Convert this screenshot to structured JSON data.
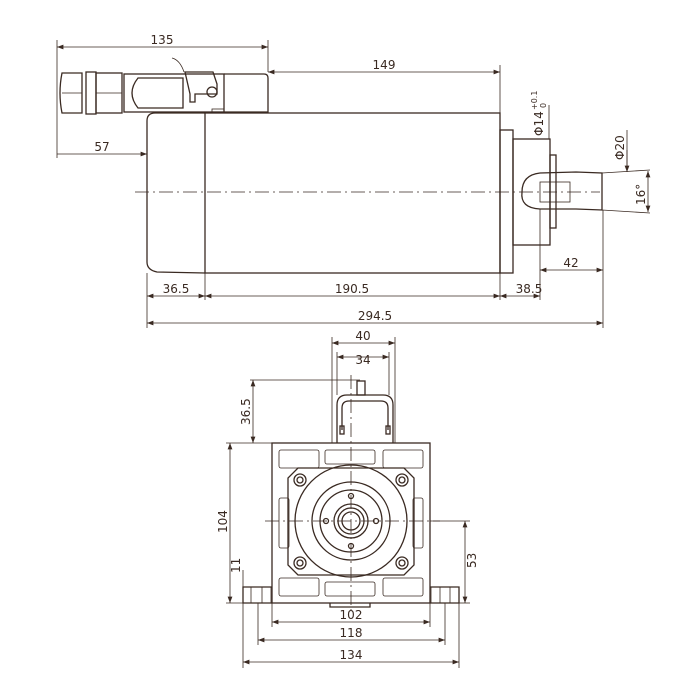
{
  "title": "Spindle motor dimension drawing",
  "side_view": {
    "dims": {
      "overall_connector": "135",
      "connector_to_front": "149",
      "connector_offset": "57",
      "rear_cap": "36.5",
      "body": "190.5",
      "nose": "38.5",
      "overall_length": "294.5",
      "shaft_length": "42",
      "nose_diameter": "Φ14",
      "nose_tol_upper": "+0.1",
      "nose_tol_lower": "0",
      "collet_diameter": "Φ20",
      "taper_angle": "16°"
    }
  },
  "front_view": {
    "dims": {
      "handle_outer": "40",
      "handle_inner": "34",
      "handle_height": "36.5",
      "body_height": "104",
      "foot_height": "11",
      "center_height": "53",
      "body_width": "102",
      "hole_spacing": "118",
      "overall_width": "134"
    }
  },
  "colors": {
    "line": "#3a2a22"
  }
}
